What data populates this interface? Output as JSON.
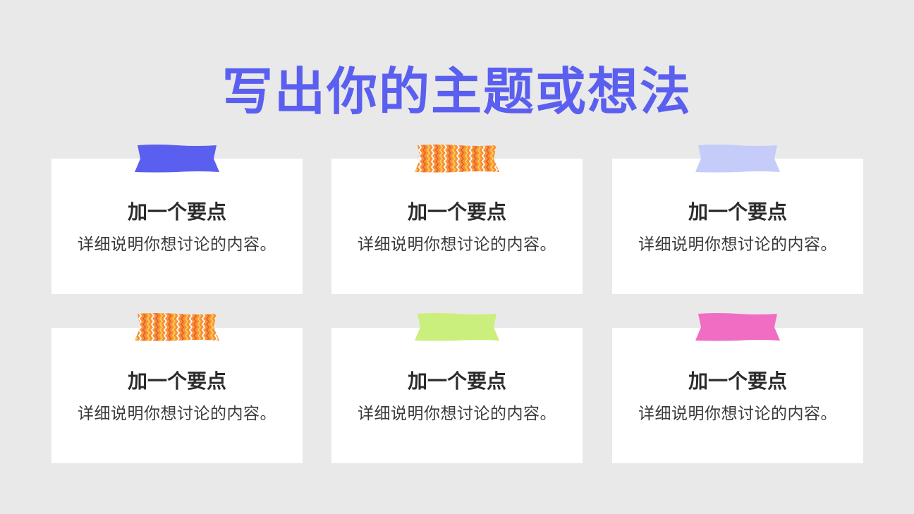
{
  "slide": {
    "title": "写出你的主题或想法",
    "title_color": "#5b5ff0"
  },
  "cards": [
    {
      "heading": "加一个要点",
      "body": "详细说明你想讨论的内容。",
      "tape": {
        "style": "solid",
        "color": "#5b5ff0"
      }
    },
    {
      "heading": "加一个要点",
      "body": "详细说明你想讨论的内容。",
      "tape": {
        "style": "zigzag",
        "color": "#f7923a"
      }
    },
    {
      "heading": "加一个要点",
      "body": "详细说明你想讨论的内容。",
      "tape": {
        "style": "solid",
        "color": "#c5ccfa"
      }
    },
    {
      "heading": "加一个要点",
      "body": "详细说明你想讨论的内容。",
      "tape": {
        "style": "zigzag",
        "color": "#f7923a"
      }
    },
    {
      "heading": "加一个要点",
      "body": "详细说明你想讨论的内容。",
      "tape": {
        "style": "solid",
        "color": "#caef7c"
      }
    },
    {
      "heading": "加一个要点",
      "body": "详细说明你想讨论的内容。",
      "tape": {
        "style": "solid",
        "color": "#ef6ec3"
      }
    }
  ]
}
